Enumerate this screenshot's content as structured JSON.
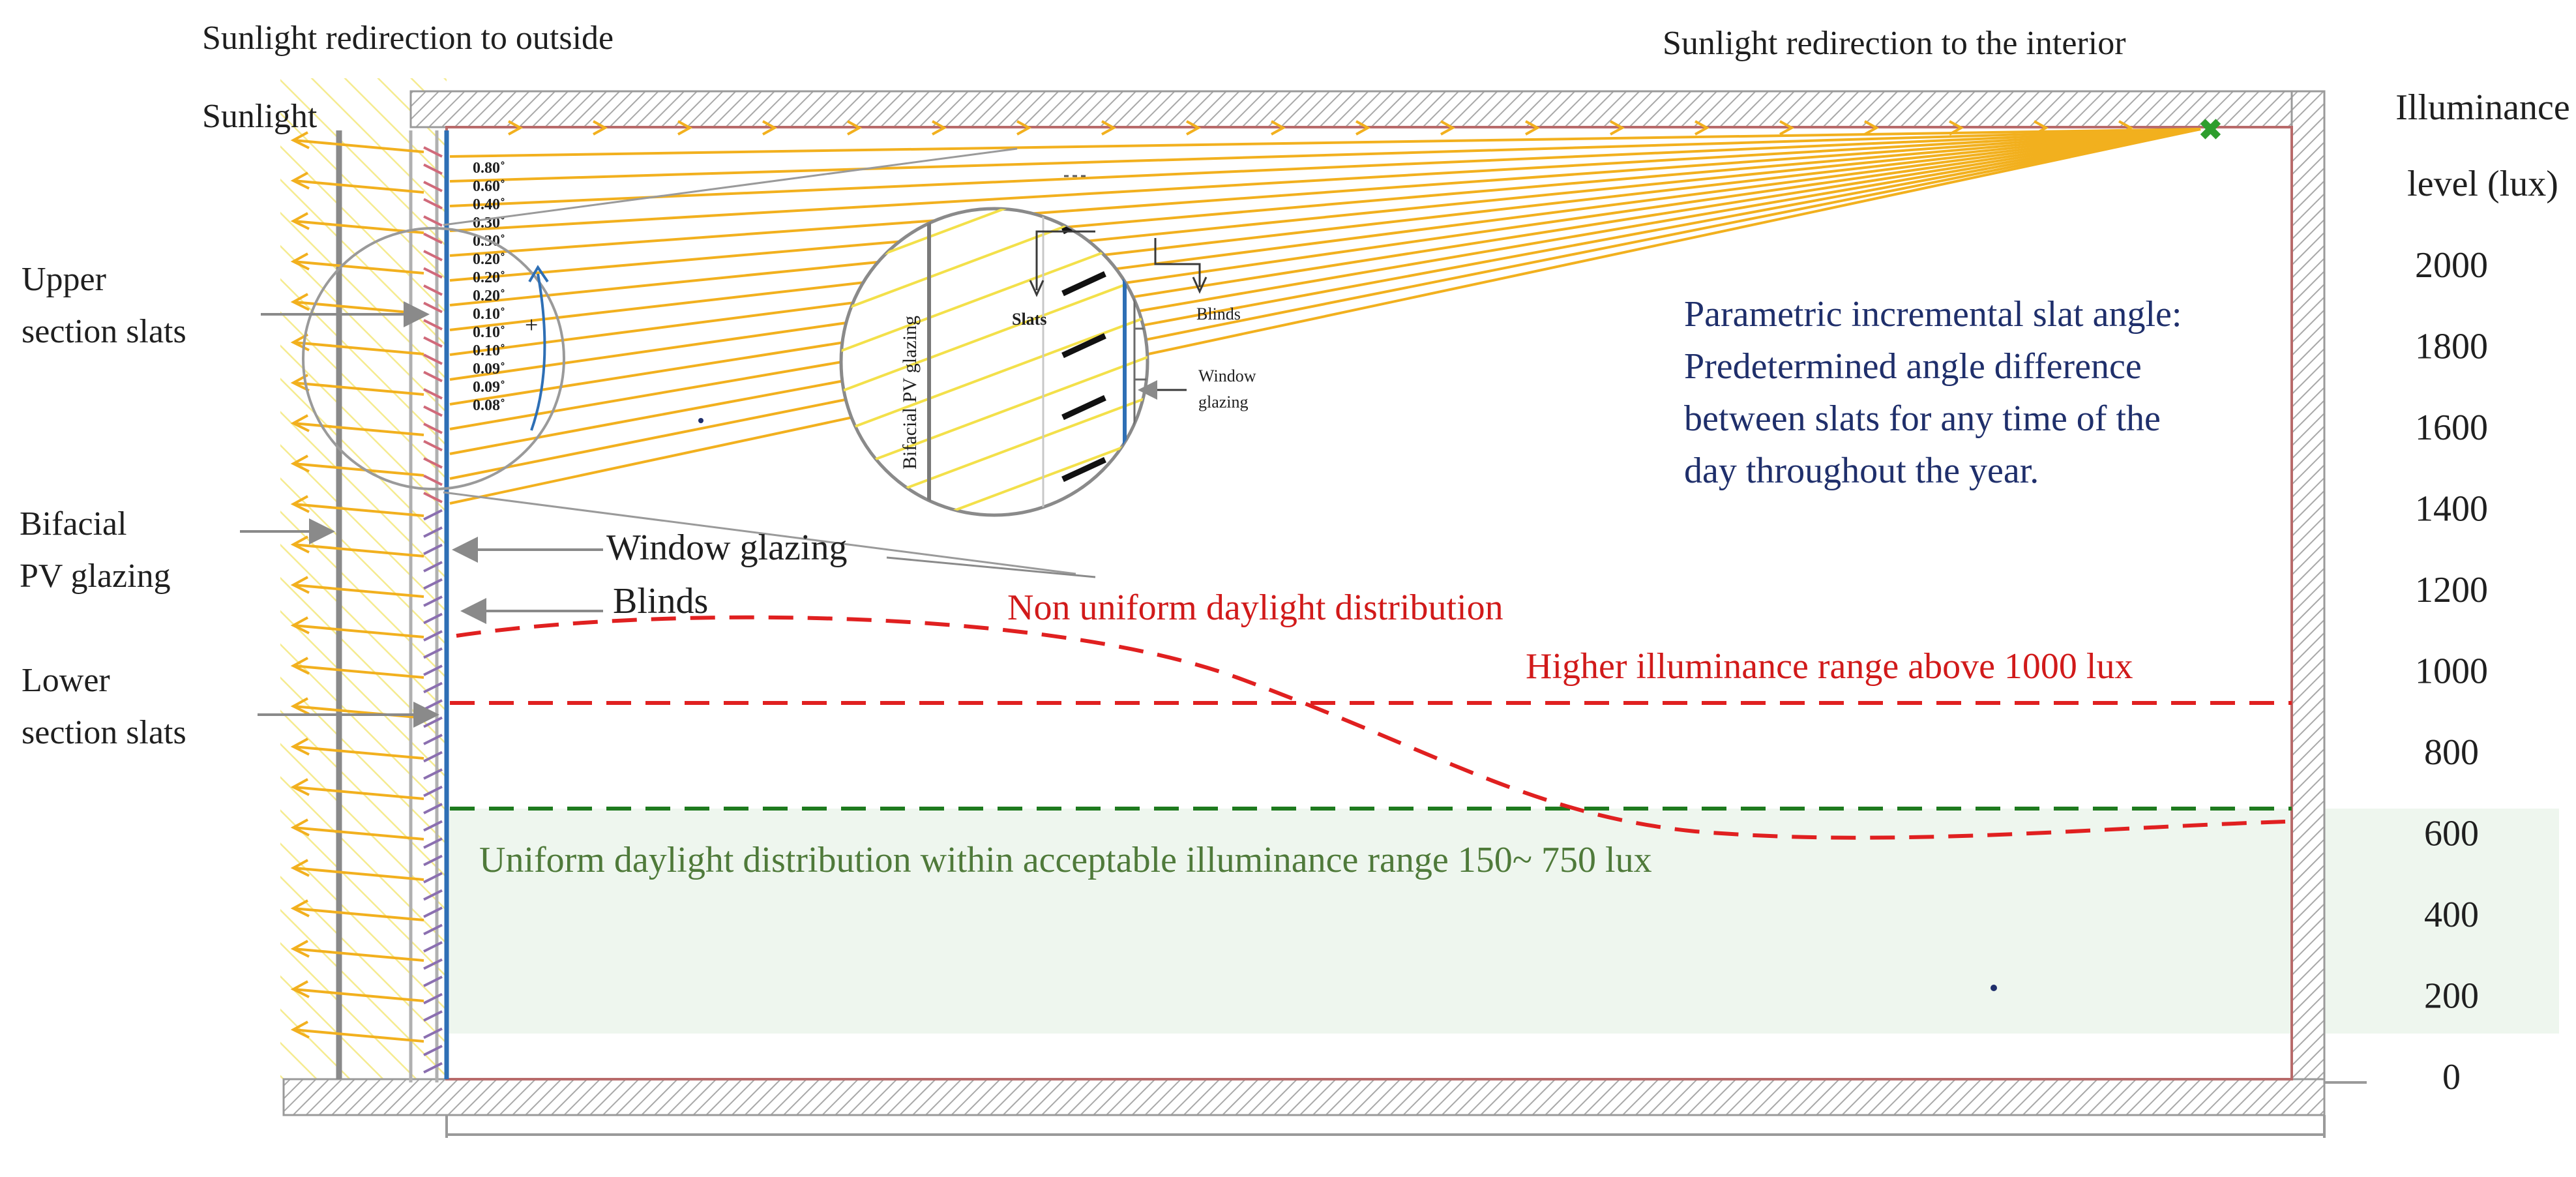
{
  "labels": {
    "redirect_outside": "Sunlight redirection to outside",
    "redirect_interior": "Sunlight redirection to the interior",
    "sunlight": "Sunlight",
    "upper_slats_1": "Upper",
    "upper_slats_2": "section slats",
    "bifacial_1": "Bifacial",
    "bifacial_2": "PV glazing",
    "lower_slats_1": "Lower",
    "lower_slats_2": "section slats",
    "window_glazing": "Window glazing",
    "blinds": "Blinds",
    "non_uniform": "Non uniform daylight distribution",
    "higher_range": "Higher illuminance range above 1000 lux",
    "uniform": "Uniform daylight  distribution within acceptable  illuminance range  150~ 750 lux",
    "parametric_1": "Parametric incremental slat angle:",
    "parametric_2": "Predetermined angle difference",
    "parametric_3": "between slats for any time of the",
    "parametric_4": "day throughout the year.",
    "inset_pv": "Bifacial PV glazing",
    "inset_slats": "Slats",
    "inset_blinds": "Blinds",
    "inset_window_1": "Window",
    "inset_window_2": "glazing",
    "plus_sign": "+"
  },
  "slat_angles": [
    "0.80˚",
    "0.60˚",
    "0.40˚",
    "0.30˚",
    "0.30˚",
    "0.20˚",
    "0.20˚",
    "0.20˚",
    "0.10˚",
    "0.10˚",
    "0.10˚",
    "0.09˚",
    "0.09˚",
    "0.08˚"
  ],
  "illuminance_scale": {
    "title_1": "Illuminance",
    "title_2": "level (lux)",
    "ticks": [
      "2000",
      "1800",
      "1600",
      "1400",
      "1200",
      "1000",
      "800",
      "600",
      "400",
      "200",
      "0"
    ]
  },
  "colors": {
    "sun_rays": "#f2b01e",
    "hatch": "#f4ea8a",
    "wall": "#b9b9b9",
    "room_outline": "#b86a6a",
    "blinds": "#2e6fb5",
    "non_uniform": "#e02020",
    "uniform": "#1e7a1e",
    "uniform_band": "#eef6ee",
    "text_navy": "#1f2f6b",
    "marker": "#2e9e2e"
  }
}
